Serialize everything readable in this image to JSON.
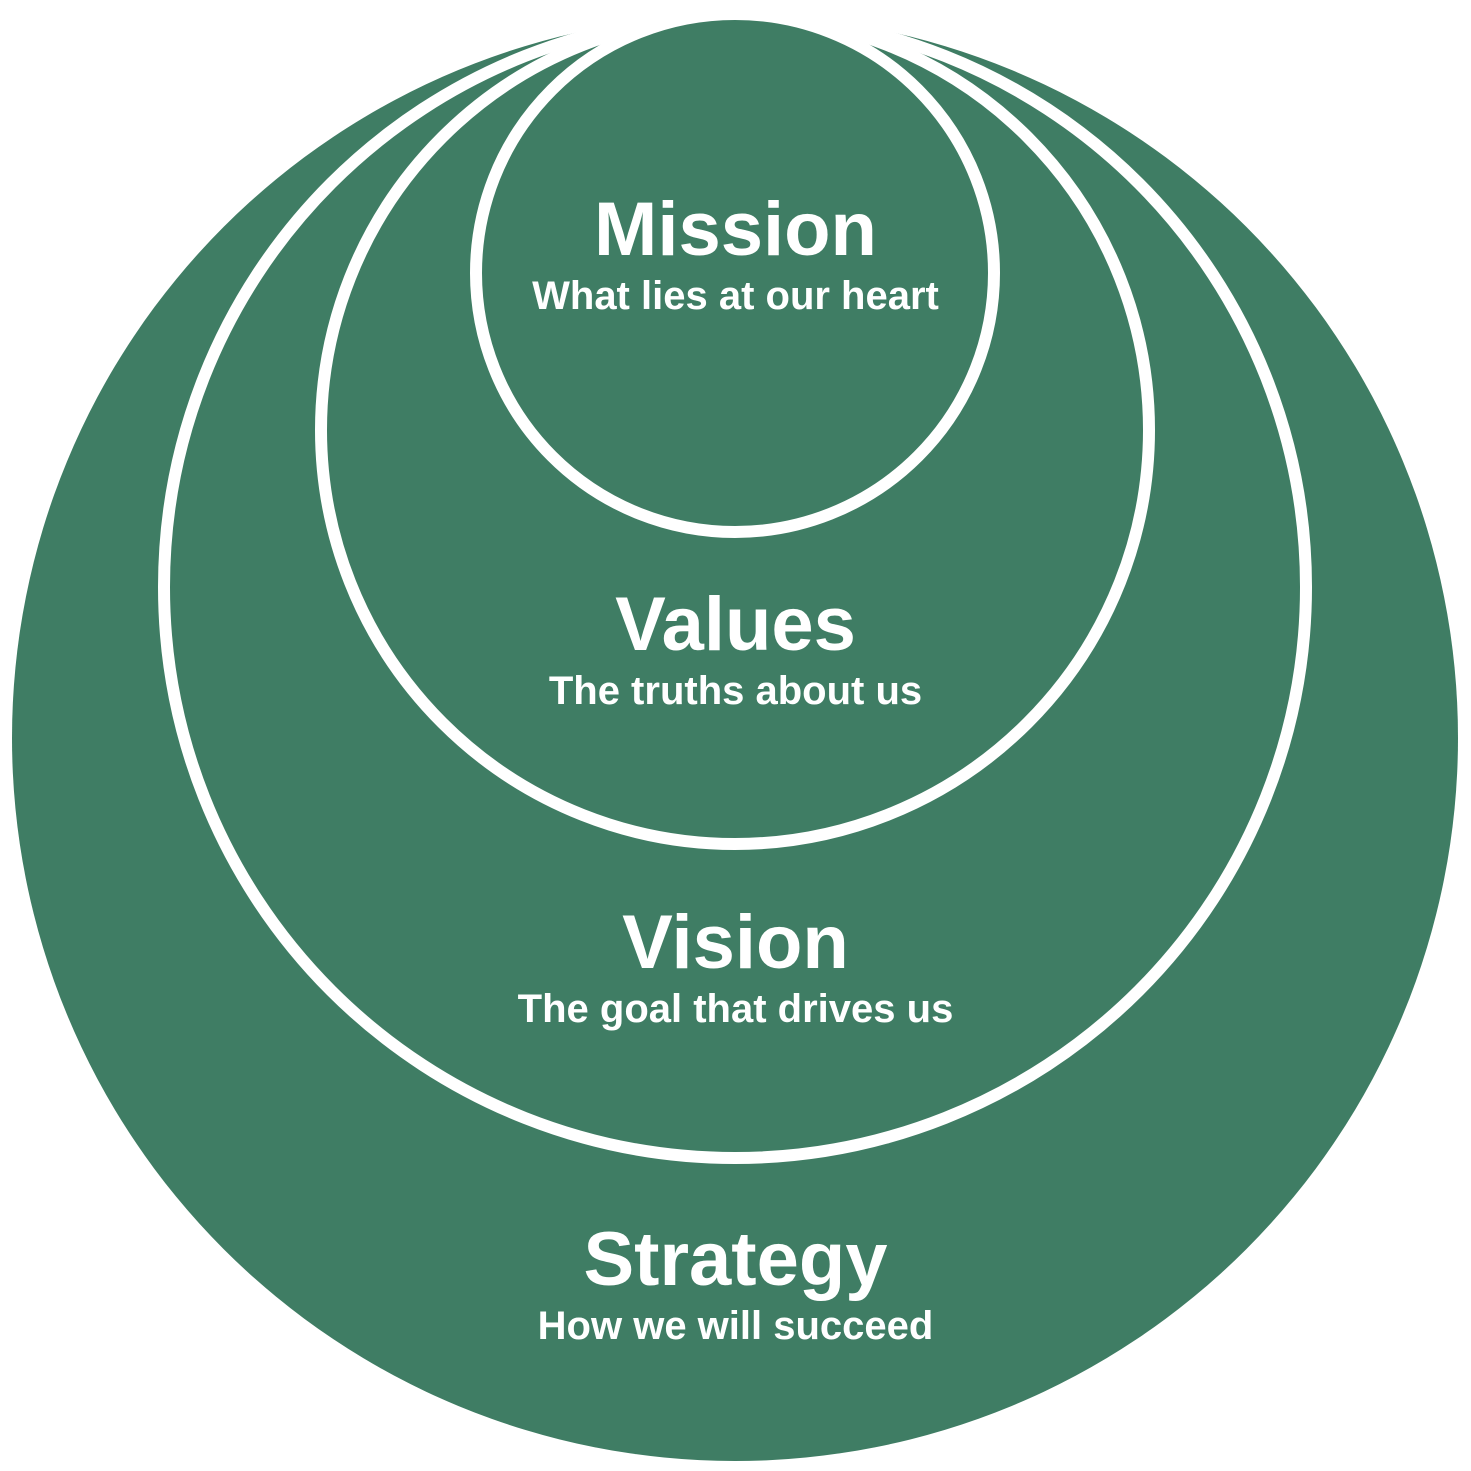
{
  "colors": {
    "fill": "#3f7d64",
    "ring": "#ffffff"
  },
  "layers": [
    {
      "title": "Strategy",
      "subtitle": "How we will succeed"
    },
    {
      "title": "Vision",
      "subtitle": "The goal that drives us"
    },
    {
      "title": "Values",
      "subtitle": "The truths about us"
    },
    {
      "title": "Mission",
      "subtitle": "What lies at our heart"
    }
  ]
}
